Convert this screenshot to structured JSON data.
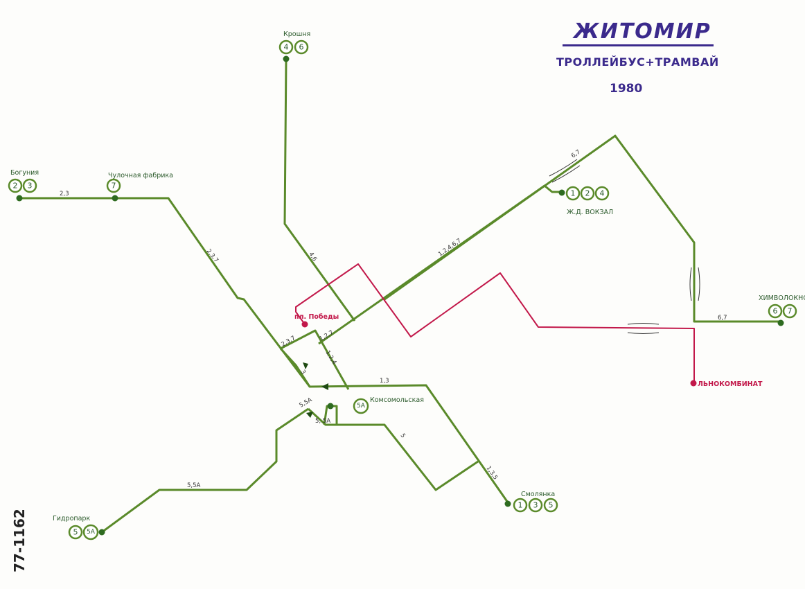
{
  "title": "ЖИТОМИР",
  "subtitle": "ТРОЛЛЕЙБУС+ТРАМВАЙ",
  "year": "1980",
  "catalog_number": "77-1162",
  "colors": {
    "trolleybus": "#5a8a2a",
    "tram": "#c2184a",
    "title": "#3b2a8c",
    "stop": "#2e6b20"
  },
  "stops": [
    {
      "id": "kroshnya",
      "name": "Крошня",
      "routes": [
        "4",
        "6"
      ]
    },
    {
      "id": "bogunia",
      "name": "Богуния",
      "routes": [
        "2",
        "3"
      ]
    },
    {
      "id": "chulochnaya",
      "name": "Чулочная фабрика",
      "routes": [
        "7"
      ]
    },
    {
      "id": "vokzal",
      "name": "Ж.Д. ВОКЗАЛ",
      "routes": [
        "1",
        "2",
        "4"
      ]
    },
    {
      "id": "khimvolokno",
      "name": "ХИМВОЛОКНО",
      "routes": [
        "6",
        "7"
      ]
    },
    {
      "id": "komsomolskaya",
      "name": "Комсомольская",
      "routes": [
        "5А"
      ]
    },
    {
      "id": "smolyanka",
      "name": "Смолянка",
      "routes": [
        "1",
        "3",
        "5"
      ]
    },
    {
      "id": "gidropark",
      "name": "Гидропарк",
      "routes": [
        "5",
        "5А"
      ]
    }
  ],
  "tram_stops": [
    {
      "id": "pl-pobedy",
      "name": "пл. Победы"
    },
    {
      "id": "lnokombinat",
      "name": "ЛЬНОКОМБИНАТ"
    }
  ],
  "segment_labels": [
    "2,3",
    "2,3,7",
    "4,6",
    "1,2,4,6,7",
    "6,7",
    "6,7",
    "2,3,7",
    "1,2,7",
    "1,2,4",
    "3",
    "1,3",
    "5,5А",
    "5, 5А",
    "5",
    "1,3,5",
    "5,5А"
  ]
}
